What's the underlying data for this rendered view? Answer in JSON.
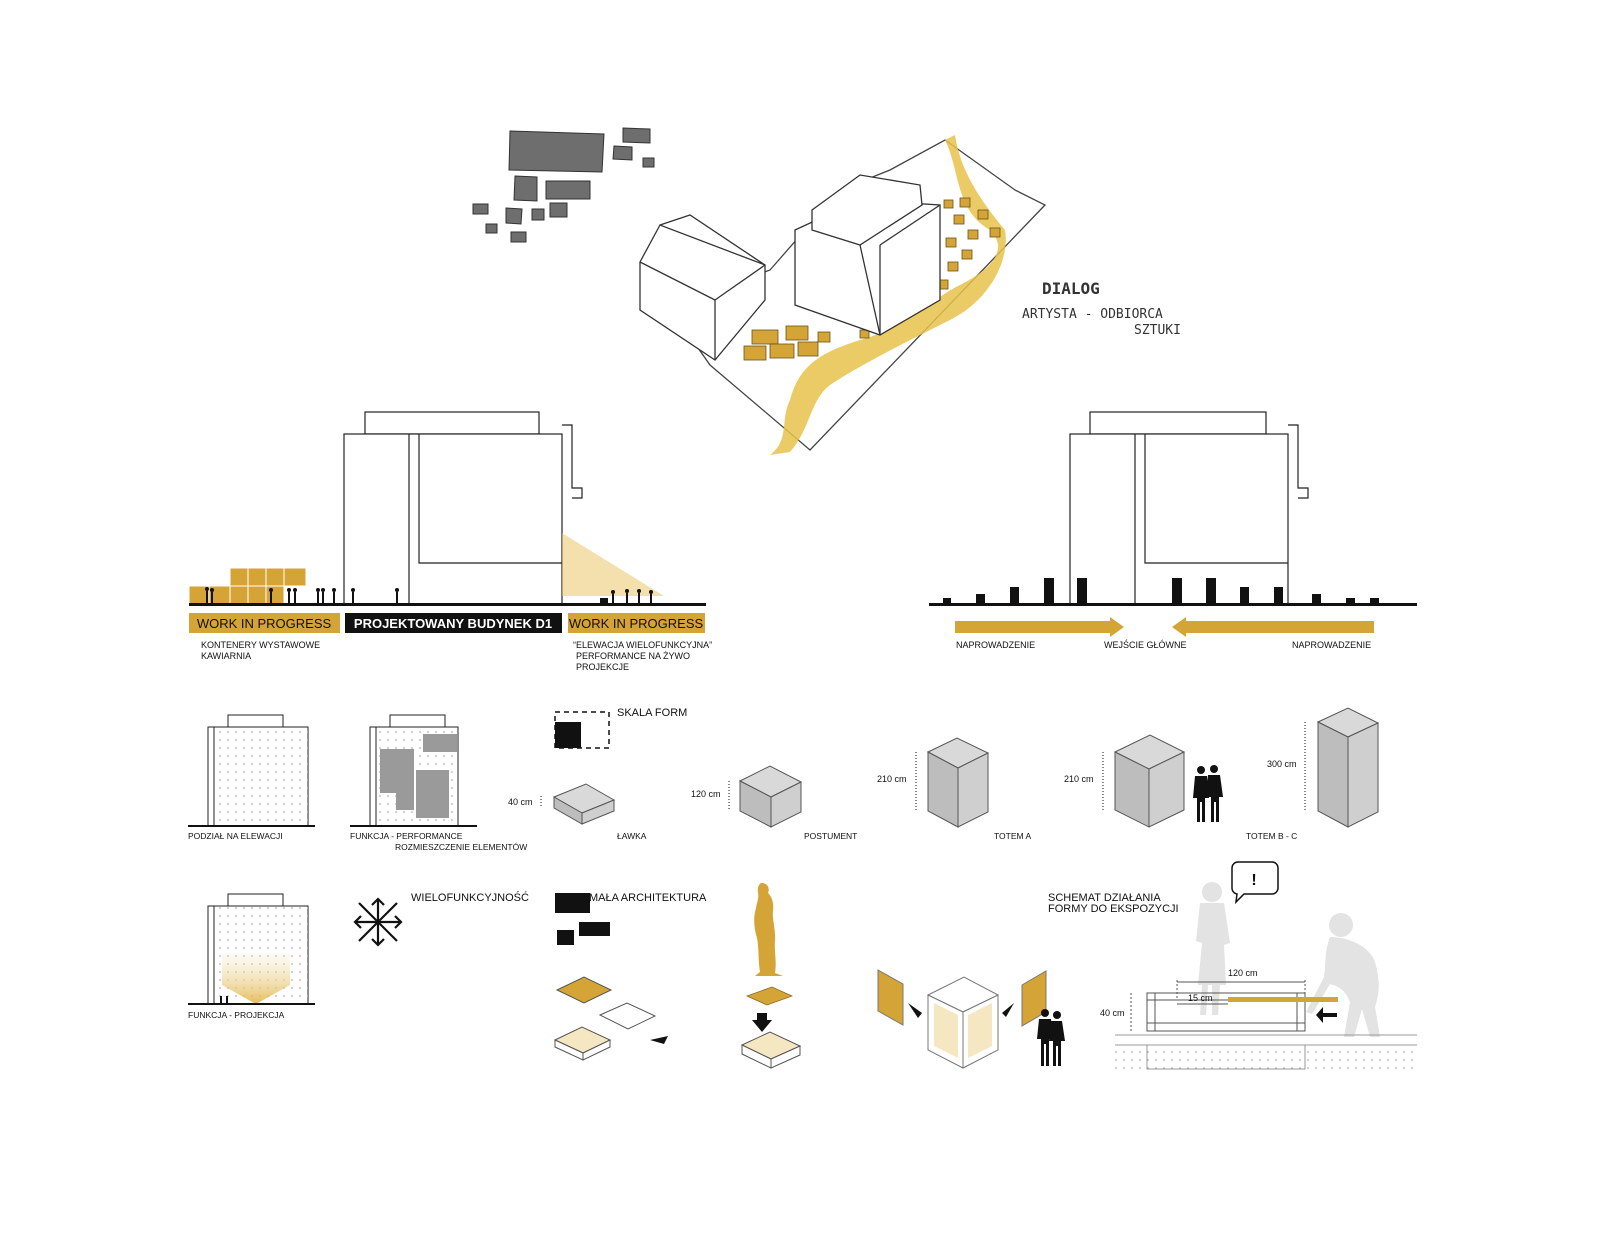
{
  "colors": {
    "accent": "#D4A536",
    "accent_light": "#F5E7C2",
    "dark": "#111111",
    "grey_fill": "#C9C9C9",
    "mass_grey": "#6E6E6E"
  },
  "sketch": {
    "title": "DIALOG",
    "line1": "ARTYSTA - ODBIORCA",
    "line2": "SZTUKI"
  },
  "section_left": {
    "band_left": "WORK IN PROGRESS",
    "band_center": "PROJEKTOWANY BUDYNEK D1",
    "band_right": "WORK IN PROGRESS",
    "note_left": [
      "KONTENERY WYSTAWOWE",
      "KAWIARNIA"
    ],
    "note_right": [
      "“ELEWACJA WIELOFUNKCYJNA”",
      "PERFORMANCE NA ŻYWO",
      "PROJEKCJE"
    ]
  },
  "section_right": {
    "arrow_left_label": "NAPROWADZENIE",
    "center_label": "WEJŚCIE GŁÓWNE",
    "arrow_right_label": "NAPROWADZENIE"
  },
  "facades": {
    "f1_label": "PODZIAŁ NA ELEWACJI",
    "f2_label_1": "FUNKCJA - PERFORMANCE",
    "f2_label_2": "ROZMIESZCZENIE ELEMENTÓW",
    "f3_label": "FUNKCJA - PROJEKCJA",
    "multi_label": "WIELOFUNKCYJNOŚĆ"
  },
  "scale": {
    "legend_label": "SKALA FORM",
    "lawka": {
      "label": "ŁAWKA",
      "dim": "40 cm"
    },
    "postument": {
      "label": "POSTUMENT",
      "dim": "120 cm"
    },
    "totem_a": {
      "label": "TOTEM A",
      "dim": "210 cm"
    },
    "totem_b_dim": "210 cm",
    "totem_c_dim": "300 cm",
    "totem_bc_label": "TOTEM B - C"
  },
  "small_arch": {
    "label": "MAŁA ARCHITEKTURA"
  },
  "schema": {
    "title_1": "SCHEMAT DZIAŁANIA",
    "title_2": "FORMY DO EKSPOZYCJI",
    "dim_width": "120 cm",
    "dim_inset": "15 cm",
    "dim_height": "40 cm",
    "bubble": "!"
  }
}
